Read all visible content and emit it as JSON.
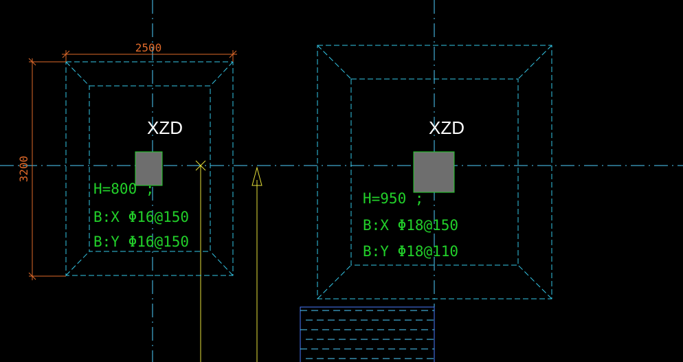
{
  "colors": {
    "background": "#000000",
    "axis": "#4fd1ff",
    "outline": "#35c8e8",
    "dimension": "#e06a2a",
    "label": "#ffffff",
    "annotation": "#22d02a",
    "column_fill": "#6e6e6e",
    "column_stroke": "#22d02a",
    "guide": "#e8e23a",
    "hatch_border": "#4a7cff"
  },
  "footings": [
    {
      "id": "footing-left",
      "label": "XZD",
      "height": "H=800 ;",
      "rebar_x": "B:X Φ16@150",
      "rebar_y": "B:Y Φ16@150"
    },
    {
      "id": "footing-right",
      "label": "XZD",
      "height": "H=950 ;",
      "rebar_x": "B:X Φ18@150",
      "rebar_y": "B:Y Φ18@110"
    }
  ],
  "dimensions": {
    "width": "2500",
    "depth": "3200"
  }
}
